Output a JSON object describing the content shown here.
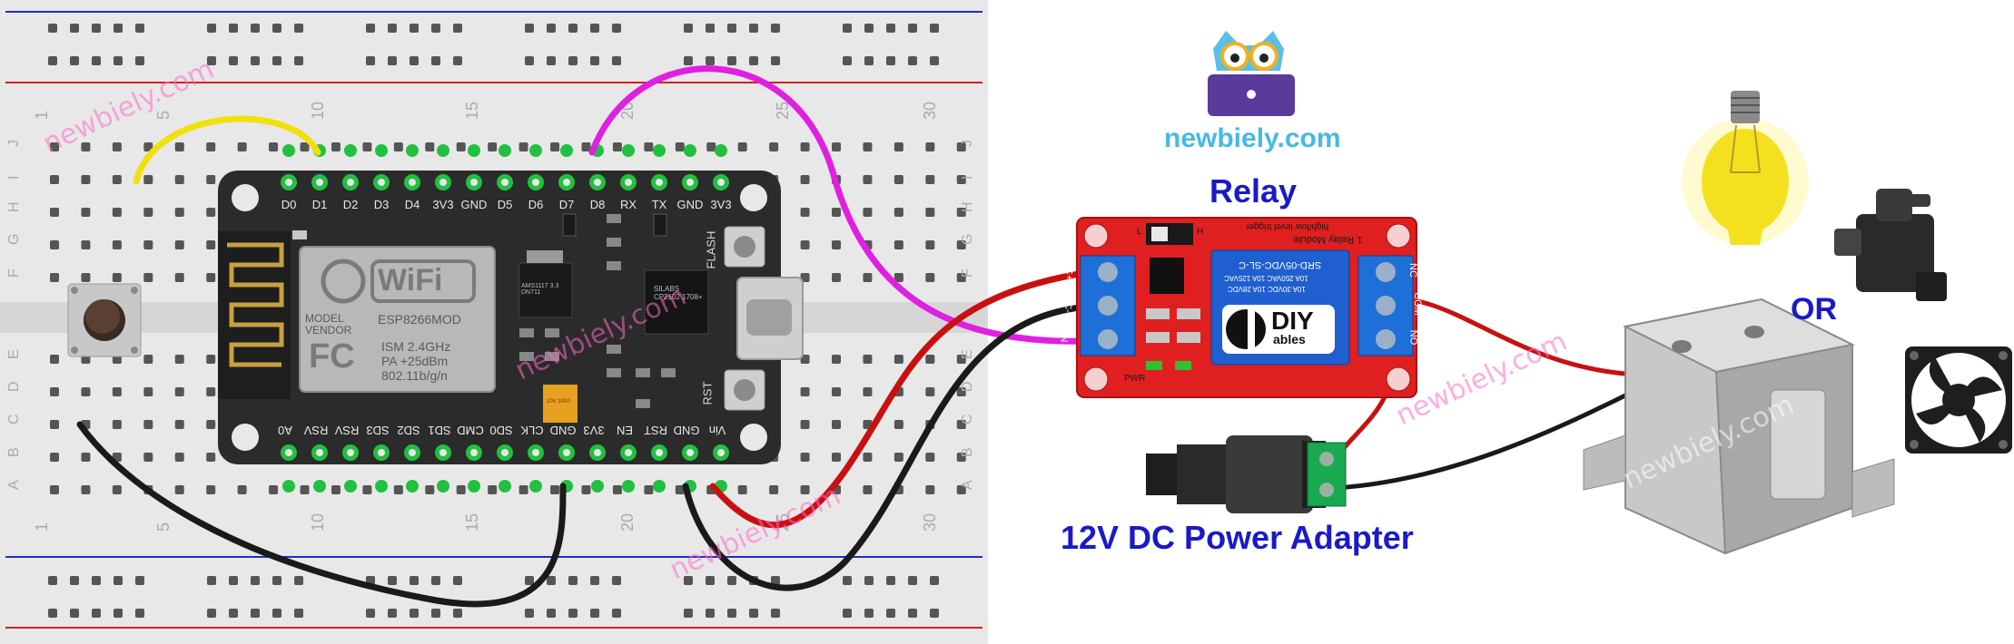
{
  "labels": {
    "relay_title": "Relay",
    "power_adapter": "12V DC Power Adapter",
    "or_text": "OR",
    "brand": "newbiely.com"
  },
  "watermark": "newbiely.com",
  "esp": {
    "top_pins": [
      "D0",
      "D1",
      "D2",
      "D3",
      "D4",
      "3V3",
      "GND",
      "D5",
      "D6",
      "D7",
      "D8",
      "RX",
      "TX",
      "GND",
      "3V3"
    ],
    "bottom_pins": [
      "A0",
      "RSV",
      "RSV",
      "SD3",
      "SD2",
      "SD1",
      "CMD",
      "SD0",
      "CLK",
      "GND",
      "3V3",
      "EN",
      "RST",
      "GND",
      "Vin"
    ],
    "wifi_text": "WiFi",
    "module_model": "ESP8266MOD",
    "model_label": "MODEL",
    "vendor_label": "VENDOR",
    "ism": "ISM 2.4GHz",
    "pa": "PA  +25dBm",
    "proto": "802.11b/g/n",
    "fc": "FC",
    "flash": "FLASH",
    "rst": "RST",
    "regulator": "AMS1117 3.3 DN711",
    "usb_chip": "SILABS CP2102 1708+",
    "cap": "10V 1000"
  },
  "breadboard": {
    "col_numbers": [
      "1",
      "5",
      "10",
      "15",
      "20",
      "25",
      "30"
    ],
    "row_letters_top": [
      "J",
      "I",
      "H",
      "G",
      "F"
    ],
    "row_letters_bottom": [
      "E",
      "D",
      "C",
      "B",
      "A"
    ]
  },
  "relay_module": {
    "title": "1 Relay Module",
    "trigger": "high/low level trigger",
    "brand": "DIY",
    "brand2": "ables",
    "relay_model": "SRD-05VDC-SL-C",
    "rating1": "10A 250VAC  10A 125VAC",
    "rating2": "10A 30VDC  10A 28VDC",
    "left_pins": [
      "DC+",
      "DC-",
      "IN"
    ],
    "right_pins": [
      "NC",
      "COM",
      "NO"
    ],
    "pwr": "PWR",
    "jumper_l": "L",
    "jumper_h": "H"
  },
  "colors": {
    "breadboard": "#e6e6e6",
    "rail_red": "#d42020",
    "rail_blue": "#2030c0",
    "esp_board": "#2b2b2b",
    "relay_board": "#e02020",
    "relay_body": "#1f5fd0",
    "wire_yellow": "#f0e010",
    "wire_magenta": "#e020e0",
    "wire_red": "#c81010",
    "wire_black": "#1a1a1a",
    "title_blue": "#1a1ac8"
  }
}
